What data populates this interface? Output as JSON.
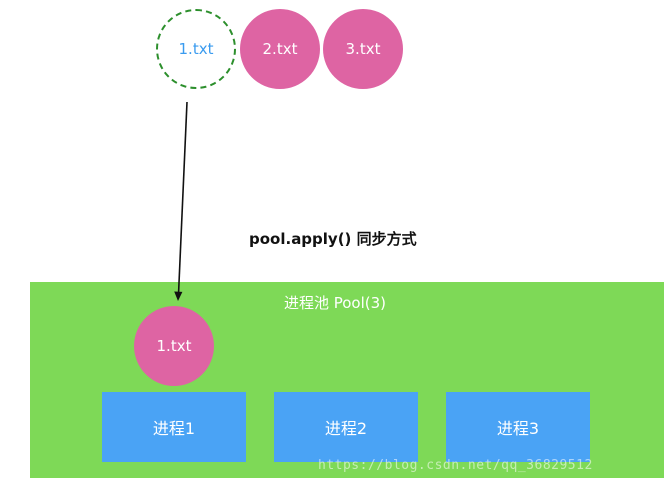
{
  "queue": {
    "files": [
      {
        "label": "1.txt",
        "state": "dispatched"
      },
      {
        "label": "2.txt",
        "state": "waiting"
      },
      {
        "label": "3.txt",
        "state": "waiting"
      }
    ]
  },
  "caption": "pool.apply() 同步方式",
  "pool": {
    "title": "进程池 Pool(3)",
    "current_task": "1.txt",
    "processes": [
      "进程1",
      "进程2",
      "进程3"
    ]
  },
  "watermark": "https://blog.csdn.net/qq_36829512",
  "colors": {
    "file_pink": "#de64a3",
    "dashed_border": "#2c8f2c",
    "dashed_text": "#3a9bef",
    "pool_green": "#7ed957",
    "process_blue": "#4aa3f5"
  }
}
